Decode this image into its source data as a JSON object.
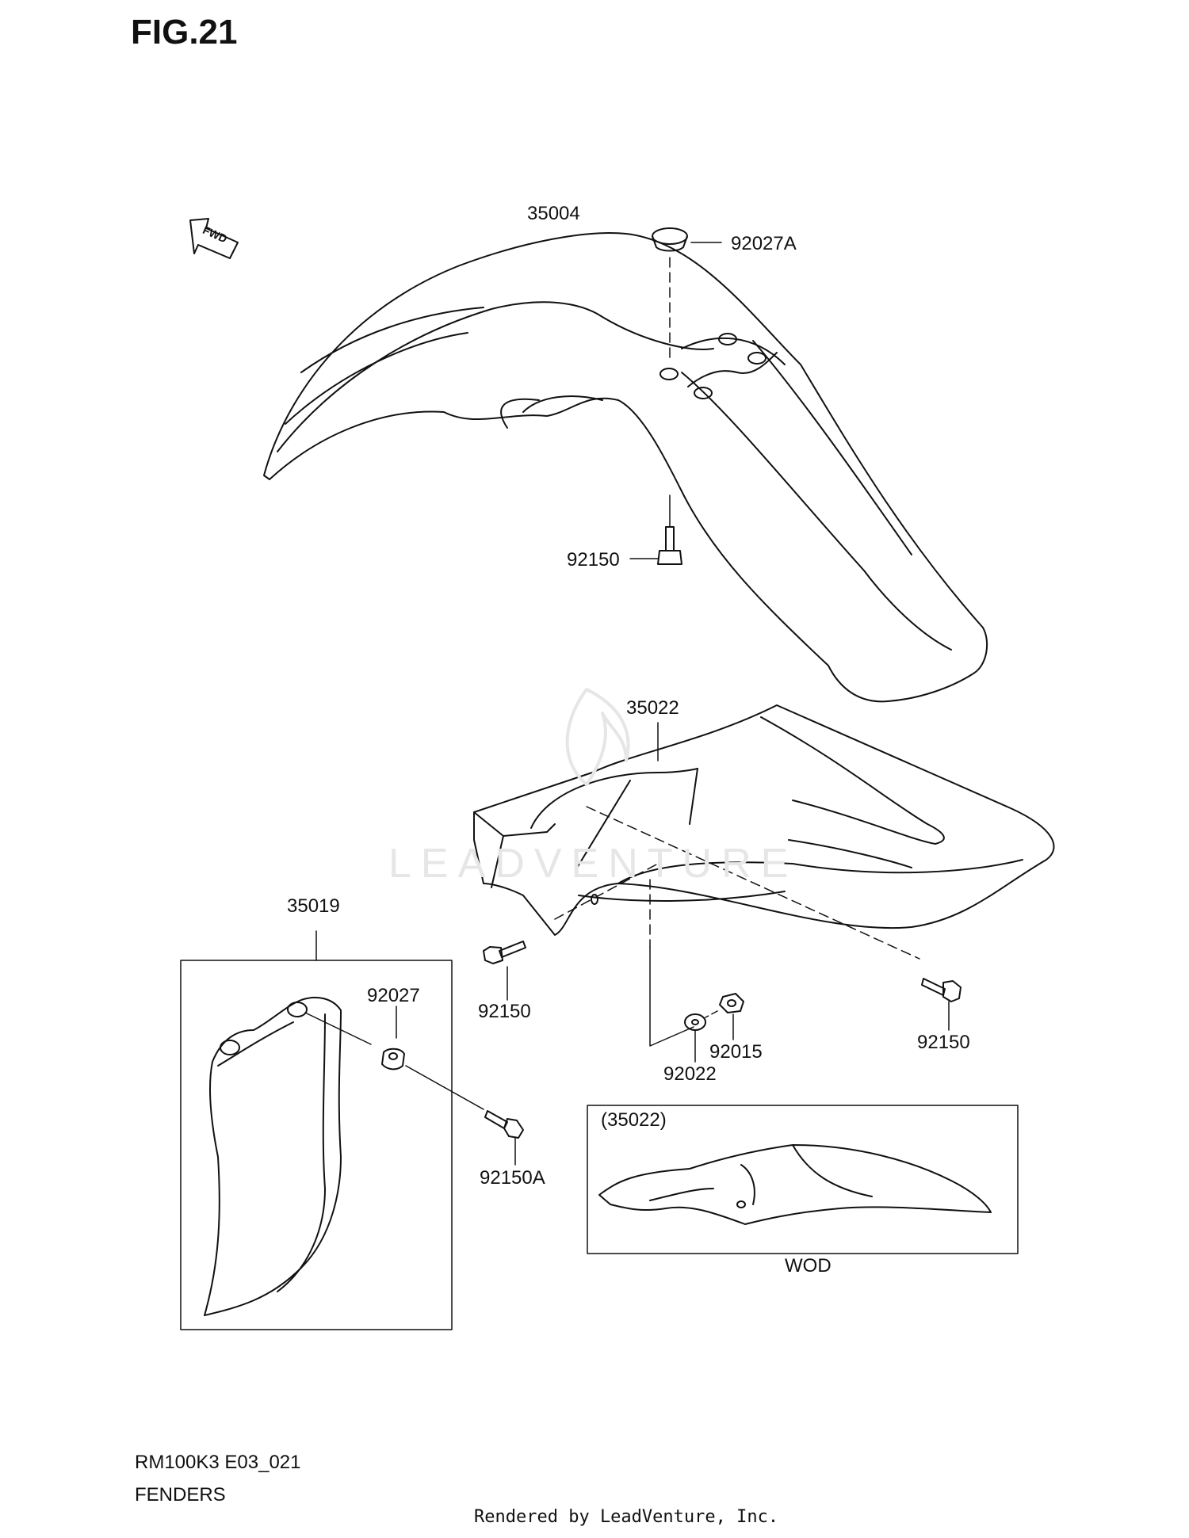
{
  "figure": {
    "title": "FIG.21",
    "fwd_label": "FWD"
  },
  "callouts": {
    "front_fender": "35004",
    "front_fender_cushion": "92027A",
    "front_fender_bolt": "92150",
    "rear_fender": "35022",
    "rear_fender_bolt_left": "92150",
    "rear_fender_bolt_right": "92150",
    "washer": "92022",
    "nut": "92015",
    "mud_guard": "35019",
    "mud_guard_cushion": "92027",
    "mud_guard_bolt": "92150A",
    "inset_ref": "(35022)",
    "inset_caption": "WOD"
  },
  "watermark": "LEADVENTURE",
  "footer": {
    "code": "RM100K3 E03_021",
    "name": "FENDERS",
    "credit": "Rendered by LeadVenture, Inc."
  }
}
